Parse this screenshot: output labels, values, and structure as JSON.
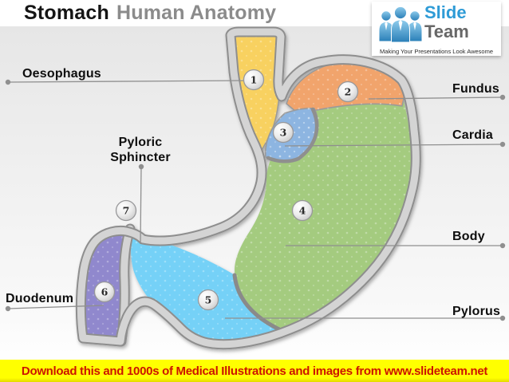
{
  "header": {
    "title_primary": "Stomach",
    "title_secondary": "Human Anatomy"
  },
  "logo": {
    "brand_top": "Slide",
    "brand_bottom": "Team",
    "tagline": "Making Your Presentations Look Awesome"
  },
  "diagram": {
    "labels": {
      "oesophagus": "Oesophagus",
      "fundus": "Fundus",
      "cardia": "Cardia",
      "pyloric_sphincter_line1": "Pyloric",
      "pyloric_sphincter_line2": "Sphincter",
      "body": "Body",
      "duodenum": "Duodenum",
      "pylorus": "Pylorus"
    },
    "markers": {
      "oesophagus": "1",
      "fundus": "2",
      "cardia": "3",
      "body": "4",
      "pylorus": "5",
      "duodenum": "6",
      "pyloric_sphincter": "7"
    },
    "region_colors": {
      "oesophagus": "#F8D160",
      "fundus": "#F1A46C",
      "cardia": "#8DB5E1",
      "body": "#A4CB7F",
      "pylorus": "#74D1F7",
      "duodenum": "#9088CD",
      "wall_fill": "#D4D4D4",
      "wall_edge": "#8E8E8E"
    }
  },
  "footer": {
    "text": "Download this and 1000s of Medical Illustrations and images from www.slideteam.net",
    "background": "#FFFF00",
    "text_color": "#CC1400"
  }
}
